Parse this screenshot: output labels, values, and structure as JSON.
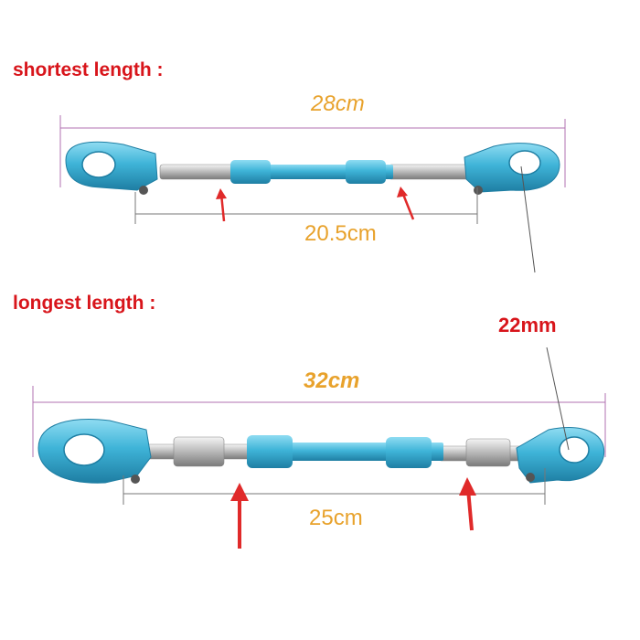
{
  "headings": {
    "shortest": "shortest length :",
    "longest": "longest length :"
  },
  "measurements": {
    "short_overall": "28cm",
    "short_center": "20.5cm",
    "long_overall": "32cm",
    "long_center": "25cm",
    "clamp_diameter": "22mm"
  },
  "colors": {
    "heading": "#d8151b",
    "measurement": "#e8a22c",
    "bar_blue": "#3fb4d8",
    "arrow_red": "#e02a2a"
  }
}
